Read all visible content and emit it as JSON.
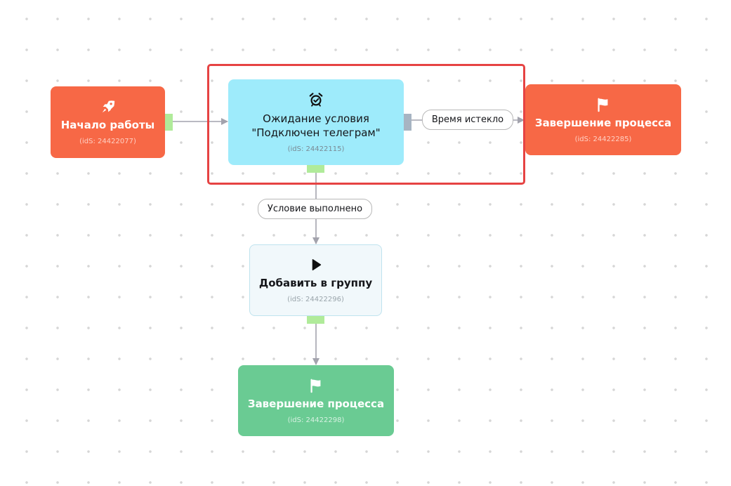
{
  "nodes": {
    "start": {
      "icon": "rocket-icon",
      "title": "Начало работы",
      "ids": "(idS: 24422077)"
    },
    "wait": {
      "icon": "alarm-clock-icon",
      "title_line1": "Ожидание условия",
      "title_line2": "\"Подключен телеграм\"",
      "ids": "(idS: 24422115)"
    },
    "end_timeout": {
      "icon": "flag-icon",
      "title": "Завершение процесса",
      "ids": "(idS: 24422285)"
    },
    "add_group": {
      "icon": "play-icon",
      "title": "Добавить в группу",
      "ids": "(idS: 24422296)"
    },
    "end_success": {
      "icon": "flag-icon",
      "title": "Завершение процесса",
      "ids": "(idS: 24422298)"
    }
  },
  "edges": {
    "timeout_label": "Время истекло",
    "condition_label": "Условие выполнено"
  },
  "colors": {
    "start_node": "#f76846",
    "wait_node": "#9eebfb",
    "end_timeout_node": "#f76846",
    "add_group_node": "#f1f8fb",
    "end_success_node": "#6acb93",
    "port_green": "#b0eb9a",
    "port_gray": "#a7b4c2",
    "edge": "#a3a3ad",
    "selection": "#e64343"
  }
}
